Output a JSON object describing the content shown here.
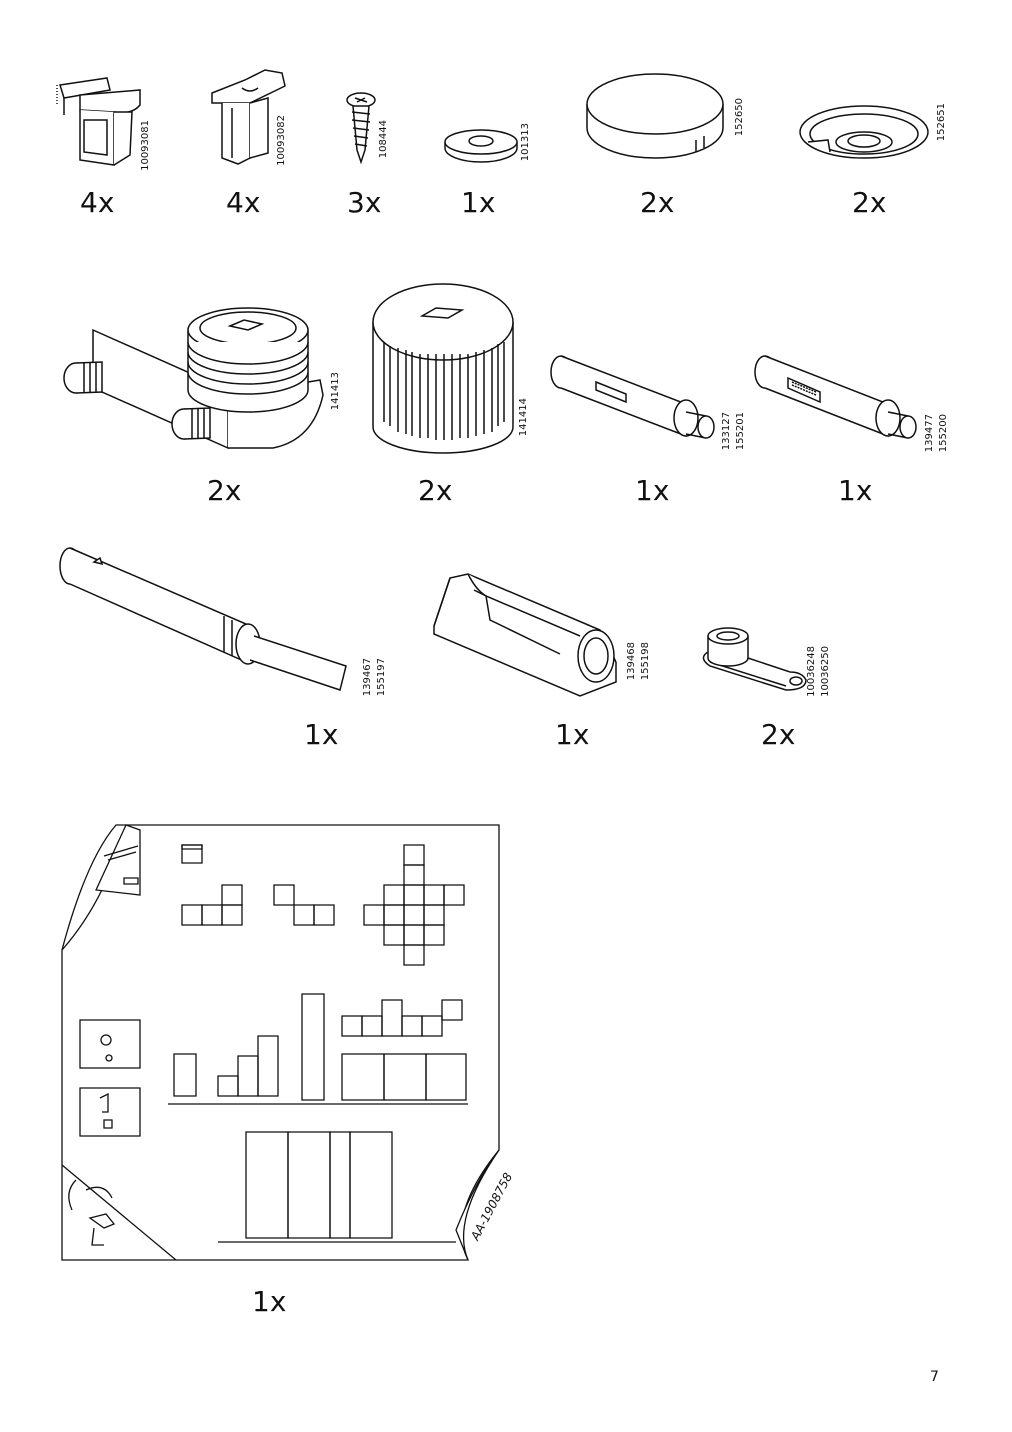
{
  "parts": [
    {
      "id": "10093081",
      "codes": [
        "10093081"
      ],
      "qty": "4x"
    },
    {
      "id": "10093082",
      "codes": [
        "10093082"
      ],
      "qty": "4x"
    },
    {
      "id": "108444",
      "codes": [
        "108444"
      ],
      "qty": "3x"
    },
    {
      "id": "101313",
      "codes": [
        "101313"
      ],
      "qty": "1x"
    },
    {
      "id": "152650",
      "codes": [
        "152650"
      ],
      "qty": "2x"
    },
    {
      "id": "152651",
      "codes": [
        "152651"
      ],
      "qty": "2x"
    },
    {
      "id": "141413",
      "codes": [
        "141413"
      ],
      "qty": "2x"
    },
    {
      "id": "141414",
      "codes": [
        "141414"
      ],
      "qty": "2x"
    },
    {
      "id": "133127",
      "codes": [
        "133127",
        "155201"
      ],
      "qty": "1x"
    },
    {
      "id": "139477",
      "codes": [
        "139477",
        "155200"
      ],
      "qty": "1x"
    },
    {
      "id": "139467",
      "codes": [
        "139467",
        "155197"
      ],
      "qty": "1x"
    },
    {
      "id": "139468",
      "codes": [
        "139468",
        "155198"
      ],
      "qty": "1x"
    },
    {
      "id": "10036248",
      "codes": [
        "10036248",
        "10036250"
      ],
      "qty": "2x"
    }
  ],
  "manual": {
    "doc_number": "AA-1908758",
    "qty": "1x"
  },
  "page_number": "7"
}
